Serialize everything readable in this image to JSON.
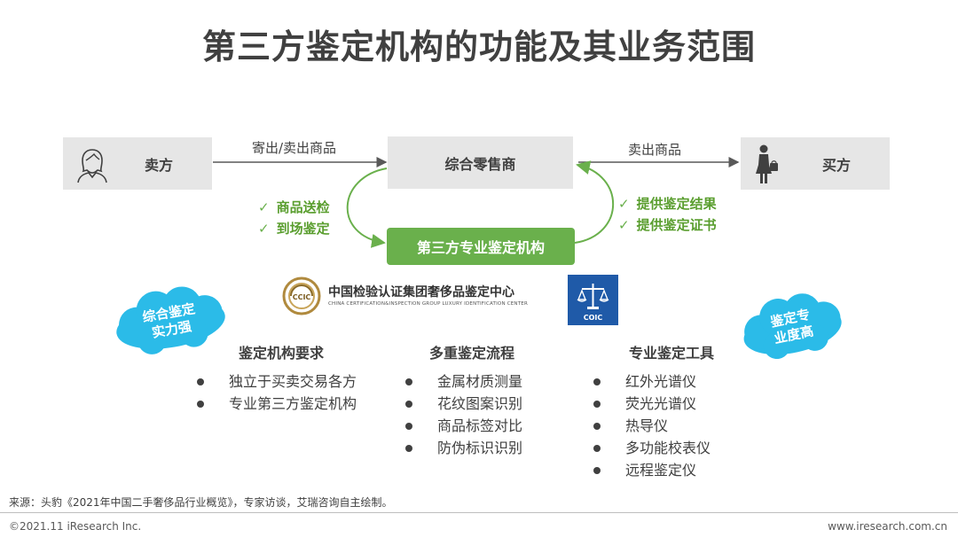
{
  "title": "第三方鉴定机构的功能及其业务范围",
  "nodes": {
    "seller": "卖方",
    "retailer": "综合零售商",
    "buyer": "买方",
    "appraiser": "第三方专业鉴定机构"
  },
  "edges": {
    "seller_to_retailer": "寄出/卖出商品",
    "retailer_to_buyer": "卖出商品"
  },
  "left_checks": [
    "商品送检",
    "到场鉴定"
  ],
  "right_checks": [
    "提供鉴定结果",
    "提供鉴定证书"
  ],
  "logo": {
    "name_cn": "中国检验认证集团奢侈品鉴定中心",
    "name_en": "CHINA CERTIFICATION&INSPECTION GROUP LUXURY IDENTIFICATION CENTER",
    "badge_ccic": "CCIC",
    "badge_coic": "COIC"
  },
  "clouds": {
    "left": [
      "综合鉴定",
      "实力强"
    ],
    "right": [
      "鉴定专",
      "业度高"
    ]
  },
  "columns": [
    {
      "heading": "鉴定机构要求",
      "items": [
        "独立于买卖交易各方",
        "专业第三方鉴定机构"
      ]
    },
    {
      "heading": "多重鉴定流程",
      "items": [
        "金属材质测量",
        "花纹图案识别",
        "商品标签对比",
        "防伪标识识别"
      ]
    },
    {
      "heading": "专业鉴定工具",
      "items": [
        "红外光谱仪",
        "荧光光谱仪",
        "热导仪",
        "多功能校表仪",
        "远程鉴定仪"
      ]
    }
  ],
  "footer": {
    "source": "来源：头豹《2021年中国二手奢侈品行业概览》，专家访谈，艾瑞咨询自主绘制。",
    "copyright": "©2021.11 iResearch Inc.",
    "website": "www.iresearch.com.cn"
  },
  "colors": {
    "green": "#6ab04c",
    "grey_box": "#e6e6e6",
    "cloud": "#2bbbe8",
    "coic_blue": "#1f5aa8"
  },
  "icons": {
    "seller": "female-avatar-icon",
    "buyer": "woman-with-bag-icon",
    "check": "check-mark-icon",
    "logo_left": "ccic-seal-icon",
    "logo_right": "coic-scales-icon"
  }
}
